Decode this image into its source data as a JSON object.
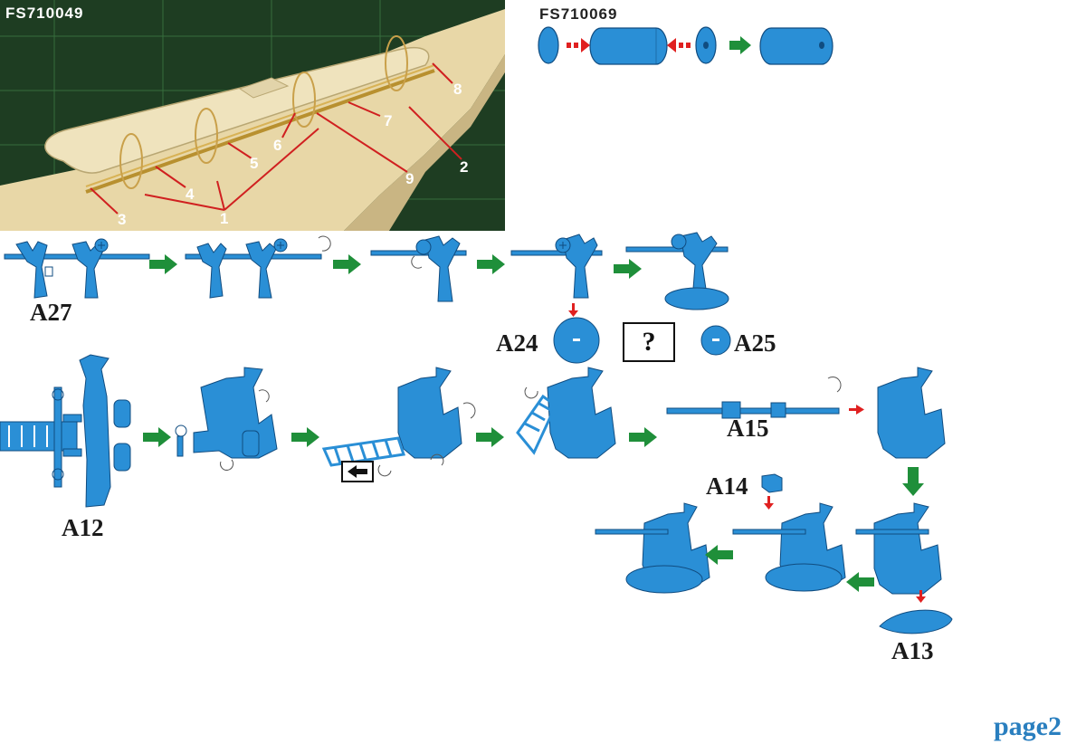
{
  "photo": {
    "code": "FS710049",
    "callouts": [
      "1",
      "2",
      "3",
      "4",
      "5",
      "6",
      "7",
      "8",
      "9"
    ]
  },
  "kit2": {
    "code": "FS710069"
  },
  "parts": {
    "a27": "A27",
    "a24": "A24",
    "a25": "A25",
    "a12": "A12",
    "a15": "A15",
    "a14": "A14",
    "a13": "A13"
  },
  "unknown_symbol": "?",
  "page_label": "page2",
  "colors": {
    "part_blue": "#2a8fd6",
    "arrow_green": "#1f8f3a",
    "arrow_red": "#e02020",
    "label_ink": "#1a1a1a",
    "page_label": "#2a7fbf",
    "callout_line": "#d02020"
  }
}
